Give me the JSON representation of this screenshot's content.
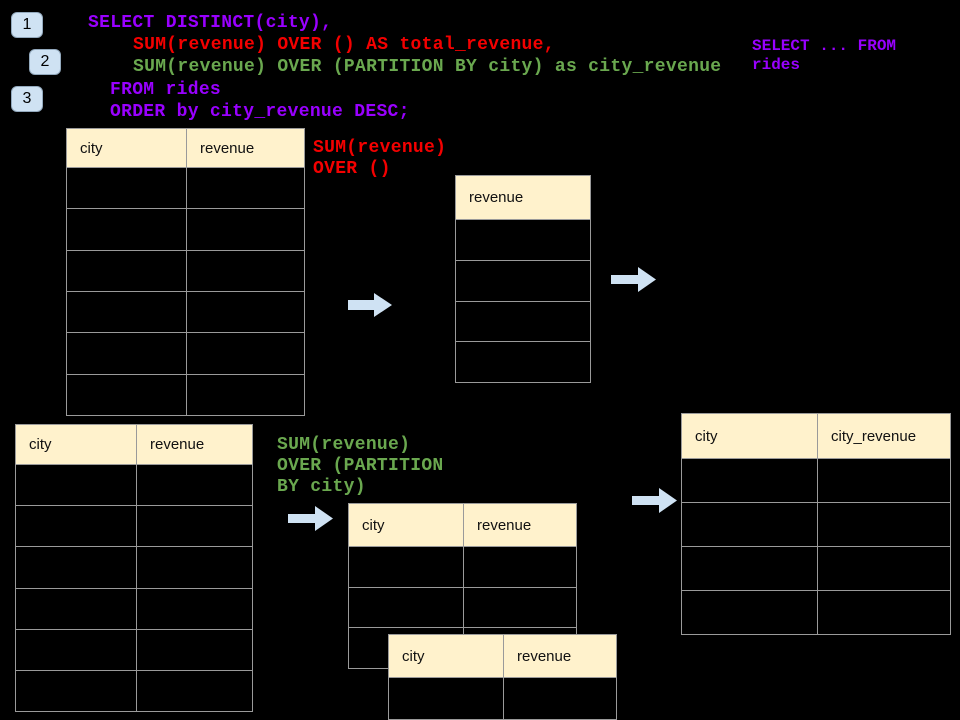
{
  "steps": {
    "badge1": "1",
    "badge2": "2",
    "badge3": "3"
  },
  "code": {
    "lines": [
      {
        "text": "SELECT DISTINCT(city),",
        "color": "purple"
      },
      {
        "text": "SUM(revenue) OVER () AS total_revenue,",
        "color": "red"
      },
      {
        "text": "SUM(revenue) OVER (PARTITION BY city) as city_revenue",
        "color": "green"
      },
      {
        "text": "FROM rides",
        "color": "purple"
      },
      {
        "text": "ORDER by city_revenue DESC;",
        "color": "purple"
      }
    ]
  },
  "annotations": {
    "from_clause": {
      "line1": "SELECT ... FROM",
      "line2": "rides"
    },
    "total_revenue": {
      "line1": "SUM(revenue)",
      "line2": "OVER ()"
    },
    "partition": {
      "line1": "SUM(revenue)",
      "line2": "OVER (PARTITION",
      "line3": "BY city)"
    }
  },
  "tables": {
    "rides_top": {
      "headers": [
        "city",
        "revenue"
      ]
    },
    "revenue_only": {
      "headers": [
        "revenue"
      ]
    },
    "rides_bottom": {
      "headers": [
        "city",
        "revenue"
      ]
    },
    "partition_a": {
      "headers": [
        "city",
        "revenue"
      ]
    },
    "partition_b": {
      "headers": [
        "city",
        "revenue"
      ]
    },
    "result": {
      "headers": [
        "city",
        "city_revenue"
      ]
    }
  },
  "colors": {
    "background": "#000000",
    "keyword_purple": "#9900ff",
    "total_red": "#f40000",
    "partition_green": "#6aa84f",
    "arrow_blue": "#cfe2f3",
    "badge_blue": "#cfe2f3",
    "table_header_cream": "#fff2cc",
    "table_border_gray": "#9a9a9a"
  }
}
